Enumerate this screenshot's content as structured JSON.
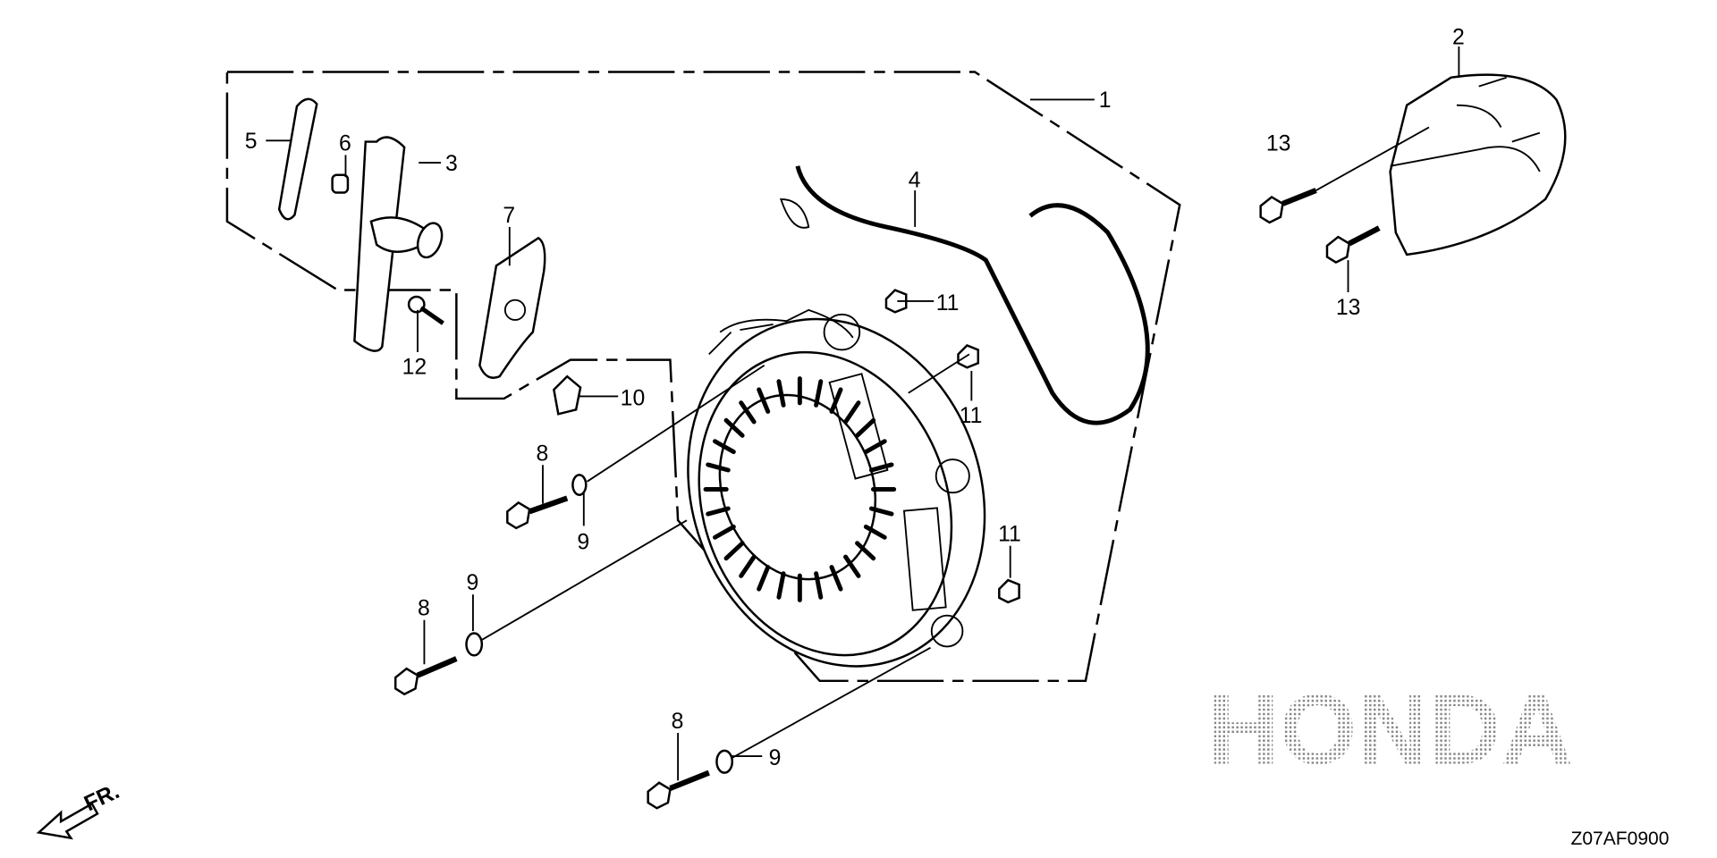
{
  "diagram": {
    "code": "Z07AF0900",
    "watermark": "HONDA",
    "front_indicator": "FR.",
    "callouts": {
      "c1": "1",
      "c2": "2",
      "c3": "3",
      "c4": "4",
      "c5": "5",
      "c6": "6",
      "c7": "7",
      "c8a": "8",
      "c8b": "8",
      "c8c": "8",
      "c9a": "9",
      "c9b": "9",
      "c9c": "9",
      "c10": "10",
      "c11a": "11",
      "c11b": "11",
      "c11c": "11",
      "c12": "12",
      "c13a": "13",
      "c13b": "13"
    }
  }
}
